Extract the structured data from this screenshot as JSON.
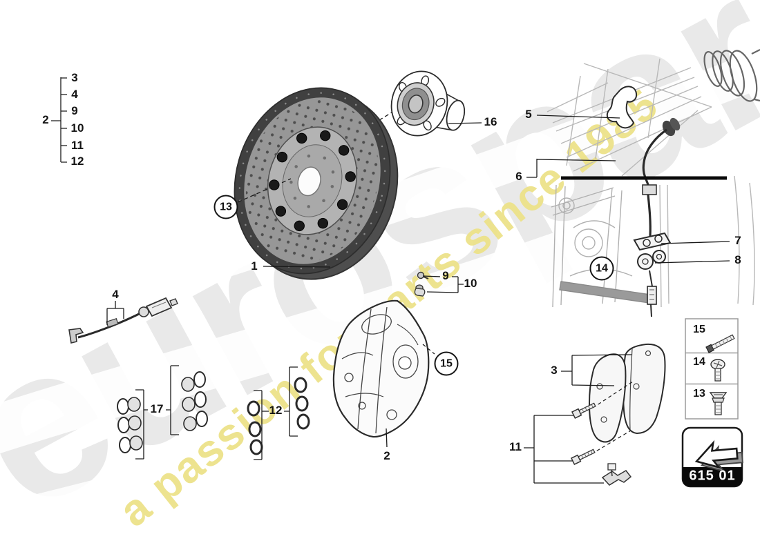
{
  "watermark": {
    "brand": "eurospares",
    "tagline": "a passion for parts since 1985",
    "brand_color": "#e9e9e9",
    "tagline_color": "#ece289"
  },
  "group2": {
    "label": "2",
    "items": [
      "3",
      "4",
      "9",
      "10",
      "11",
      "12"
    ]
  },
  "parts": {
    "disc": "1",
    "caliper": "2",
    "pads": "3",
    "sensor": "4",
    "bracket": "5",
    "hose": "6",
    "holder_upper": "7",
    "holder_lower": "8",
    "bleeder": "9",
    "cap": "10",
    "bolt_kit": "11",
    "seal_kit_small": "12",
    "disc_screw": "13",
    "caliper_screw": "14",
    "pad_bolt": "15",
    "hub": "16",
    "seal_kit_large": "17"
  },
  "legend": {
    "rows": [
      {
        "label": "15",
        "icon": "long-bolt"
      },
      {
        "label": "14",
        "icon": "pan-head-screw"
      },
      {
        "label": "13",
        "icon": "countersunk-screw"
      }
    ]
  },
  "nav": {
    "code": "615 01",
    "icon": "arrow-up-left"
  },
  "colors": {
    "line": "#1a1a1a",
    "light_art": "#b5b5b5",
    "disc_face": "#979797",
    "disc_rim": "#404040",
    "code_bar": "#0a0a0a"
  }
}
